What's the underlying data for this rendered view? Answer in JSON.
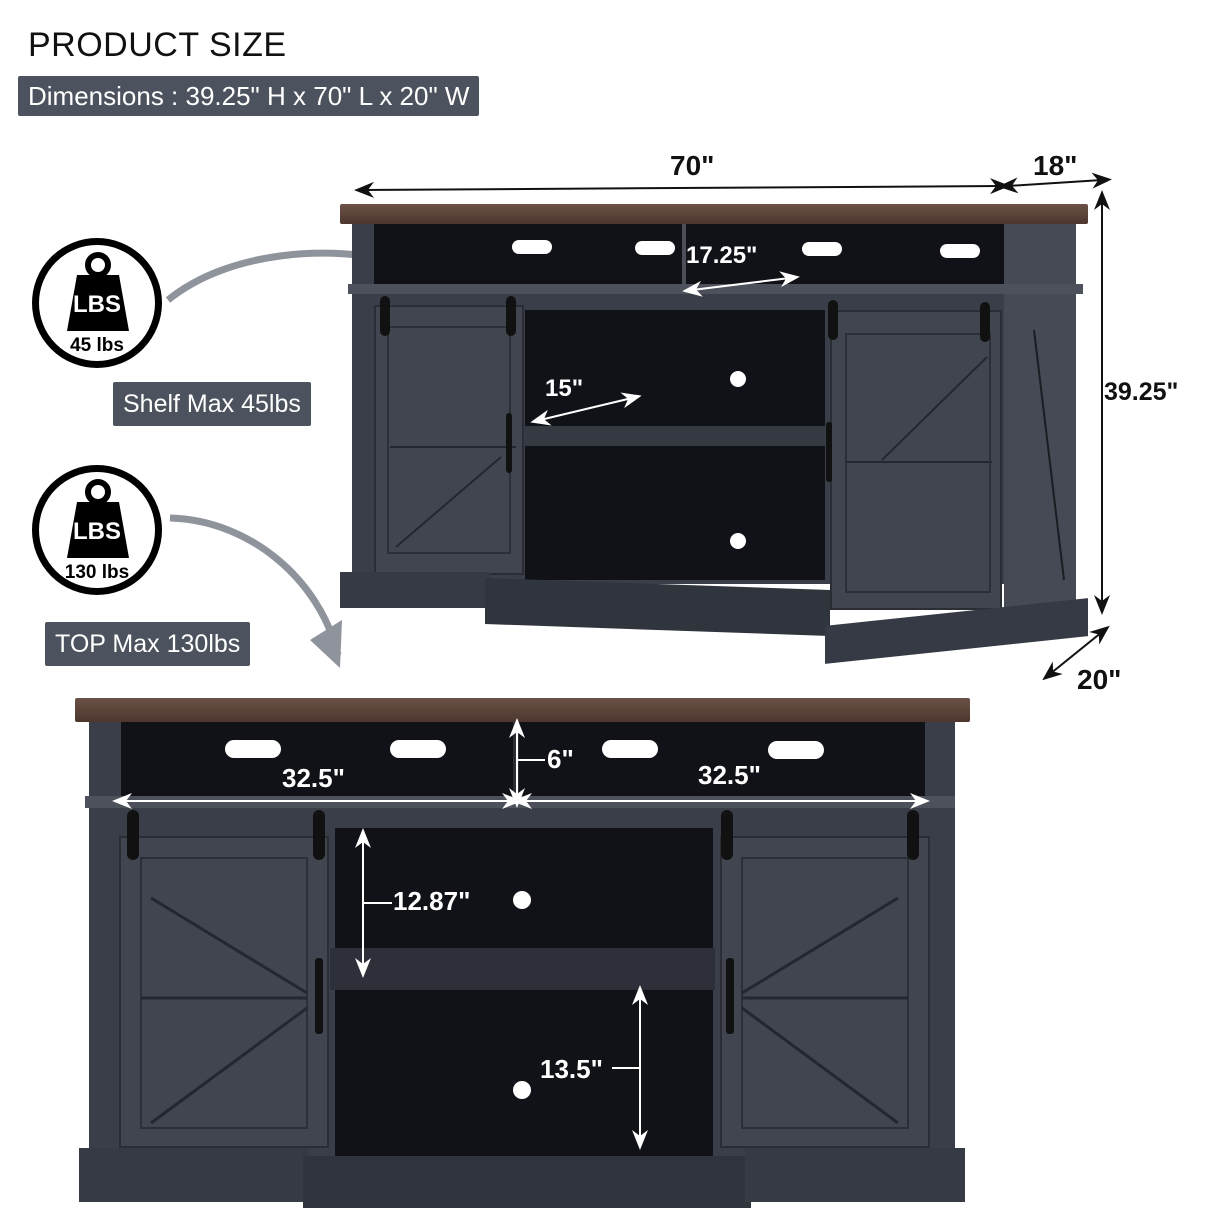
{
  "header": {
    "title": "PRODUCT SIZE",
    "dimensions_label": "Dimensions : 39.25\" H x 70\" L x 20\" W"
  },
  "weight_badges": [
    {
      "icon": "weight-icon",
      "icon_text": "LBS",
      "value": "45 lbs",
      "caption": "Shelf Max 45lbs"
    },
    {
      "icon": "weight-icon",
      "icon_text": "LBS",
      "value": "130 lbs",
      "caption": "TOP Max 130lbs"
    }
  ],
  "top_view": {
    "length": "70\"",
    "depth_top": "18\"",
    "height": "39.25\"",
    "depth_base": "20\"",
    "cubby_width": "17.25\"",
    "shelf_depth": "15\""
  },
  "front_view": {
    "left_compartment_width": "32.5\"",
    "right_compartment_width": "32.5\"",
    "top_compartment_height": "6\"",
    "upper_shelf_height": "12.87\"",
    "lower_shelf_height": "13.5\""
  },
  "colors": {
    "tag_bg": "#4d535e",
    "wood_top": "#5c443a",
    "body": "#3a3e48",
    "interior": "#101218",
    "arrow_gray": "#8e939c"
  }
}
